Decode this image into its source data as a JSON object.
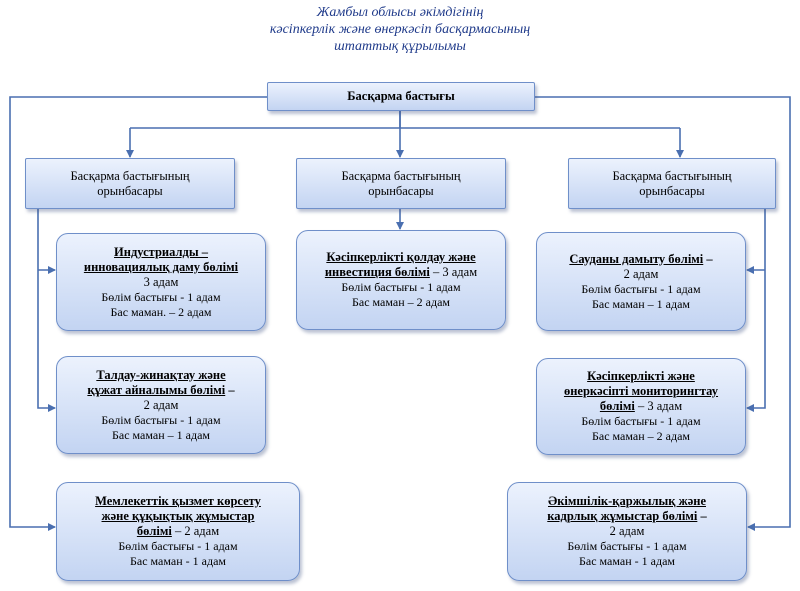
{
  "title": {
    "line1": "Жамбыл облысы әкімдігінің",
    "line2": "кәсіпкерлік және өнеркәсіп басқармасының",
    "line3": "штаттық құрылымы"
  },
  "head": {
    "label": "Басқарма бастығы"
  },
  "deputies": [
    {
      "line1": "Басқарма бастығының",
      "line2": "орынбасары"
    },
    {
      "line1": "Басқарма бастығының",
      "line2": "орынбасары"
    },
    {
      "line1": "Басқарма бастығының",
      "line2": "орынбасары"
    }
  ],
  "departments": {
    "industrial": {
      "name1": "Индустриалды –",
      "name2": "инновациялық даму бөлімі",
      "count": "3 адам",
      "head": "Бөлім бастығы - 1 адам",
      "spec": "Бас маман. – 2 адам"
    },
    "analysis": {
      "name1": "Талдау-жинақтау және",
      "name2": "құжат айналымы бөлімі",
      "suffix": " –",
      "count": "2 адам",
      "head": "Бөлім бастығы - 1 адам",
      "spec": "Бас маман – 1 адам"
    },
    "civil": {
      "name1": "Мемлекеттік қызмет көрсету",
      "name2": "және құқықтық жұмыстар",
      "name3": "бөлімі",
      "count": " – 2 адам",
      "head": "Бөлім бастығы - 1 адам",
      "spec": "Бас маман - 1 адам"
    },
    "support": {
      "name1": "Кәсіпкерлікті қолдау және",
      "name2": "инвестиция бөлімі",
      "count": " – 3 адам",
      "head": "Бөлім бастығы - 1 адам",
      "spec": "Бас маман – 2 адам"
    },
    "trade": {
      "name1": "Сауданы дамыту бөлімі",
      "suffix": " –",
      "count": "2 адам",
      "head": "Бөлім бастығы - 1 адам",
      "spec": "Бас маман – 1 адам"
    },
    "monitoring": {
      "name1": "Кәсіпкерлікті және",
      "name2": "өнеркәсіпті мониторингтау",
      "name3": "бөлімі",
      "count": " – 3 адам",
      "head": "Бөлім бастығы - 1 адам",
      "spec": "Бас маман – 2 адам"
    },
    "admin": {
      "name1": "Әкімшілік-қаржылық және",
      "name2": "кадрлық жұмыстар бөлімі",
      "suffix": " –",
      "count": "2 адам",
      "head": "Бөлім бастығы - 1 адам",
      "spec": "Бас маман - 1 адам"
    }
  },
  "colors": {
    "line": "#4a6fb0",
    "box_top": "#ecf2fd",
    "box_bottom": "#c3d4f2",
    "title": "#1f3a8a"
  }
}
